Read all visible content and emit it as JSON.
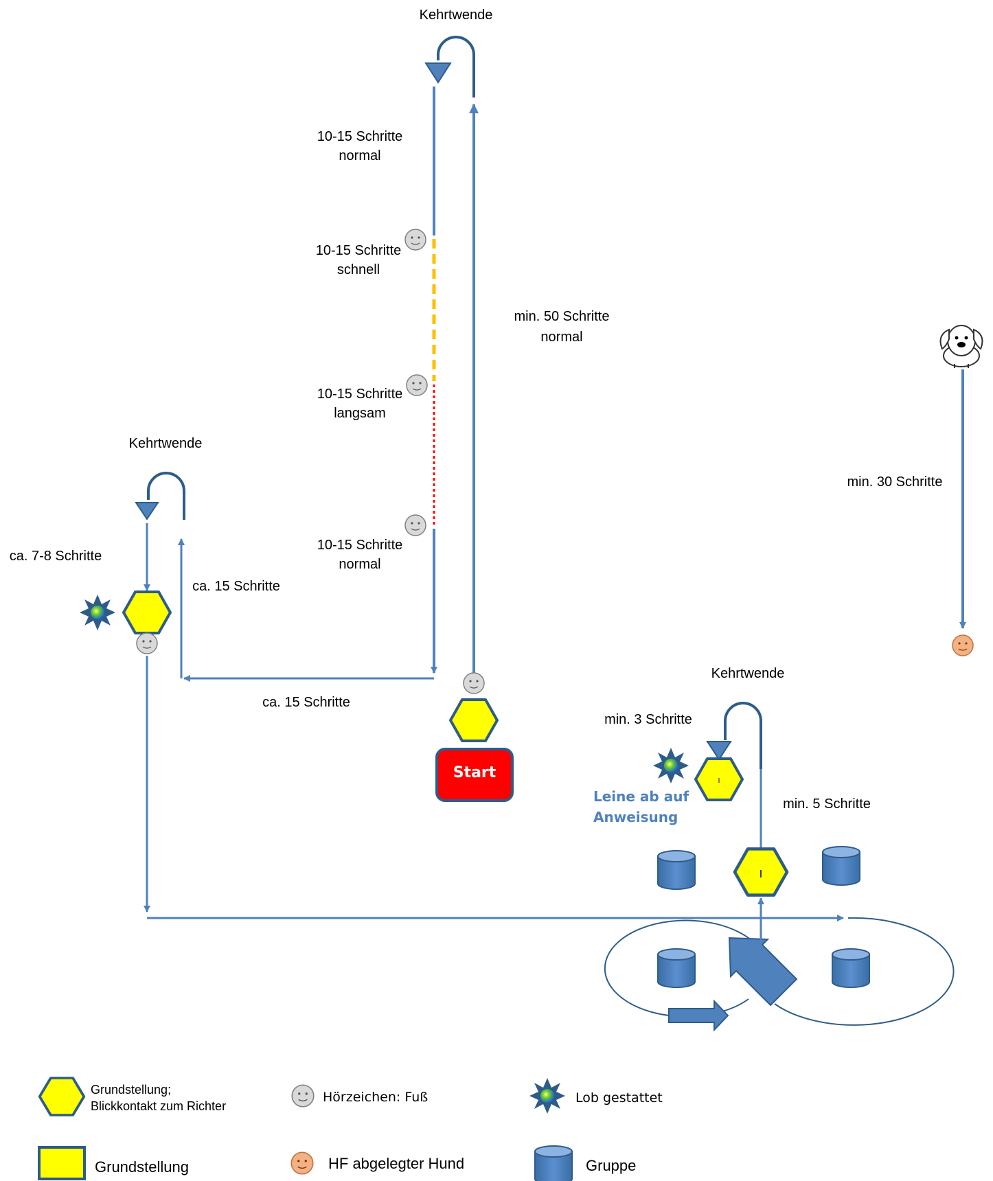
{
  "labels": {
    "kehrtwende_top": "Kehrtwende",
    "kehrtwende_left": "Kehrtwende",
    "kehrtwende_right": "Kehrtwende",
    "seg1_line1": "10-15 Schritte",
    "seg1_line2": "normal",
    "seg2_line1": "10-15 Schritte",
    "seg2_line2": "schnell",
    "seg3_line1": "10-15 Schritte",
    "seg3_line2": "langsam",
    "seg4_line1": "10-15 Schritte",
    "seg4_line2": "normal",
    "min50_line1": "min. 50 Schritte",
    "min50_line2": "normal",
    "min30": "min. 30 Schritte",
    "ca78": "ca. 7-8 Schritte",
    "ca15_vertical": "ca. 15 Schritte",
    "ca15_horizontal": "ca. 15 Schritte",
    "min3": "min. 3 Schritte",
    "min5": "min. 5 Schritte",
    "leine_line1": "Leine ab auf",
    "leine_line2": "Anweisung",
    "start": "Start",
    "hex_mark_small": "I",
    "hex_mark_large": "I"
  },
  "legend": {
    "grundstellung_blick_line1": "Grundstellung;",
    "grundstellung_blick_line2": "Blickkontakt zum Richter",
    "hoerzeichen": "Hörzeichen: Fuß",
    "lob": "Lob gestattet",
    "grundstellung": "Grundstellung",
    "hf_hund": "HF abgelegter Hund",
    "gruppe": "Gruppe"
  },
  "colors": {
    "path": "#4f81bd",
    "turn": "#2e5c8a",
    "yellow": "#ffff00",
    "hex_border": "#2e5c8a",
    "fast_segment": "#ffc000",
    "slow_segment": "#ff0000",
    "start_fill": "#ff0000",
    "face_gray": "#d9d9d9",
    "face_orange": "#f4b183"
  },
  "icons": {
    "face": "smiley-face-icon",
    "star": "star-burst-icon",
    "dog": "dog-icon",
    "group": "cylinder-icon"
  }
}
